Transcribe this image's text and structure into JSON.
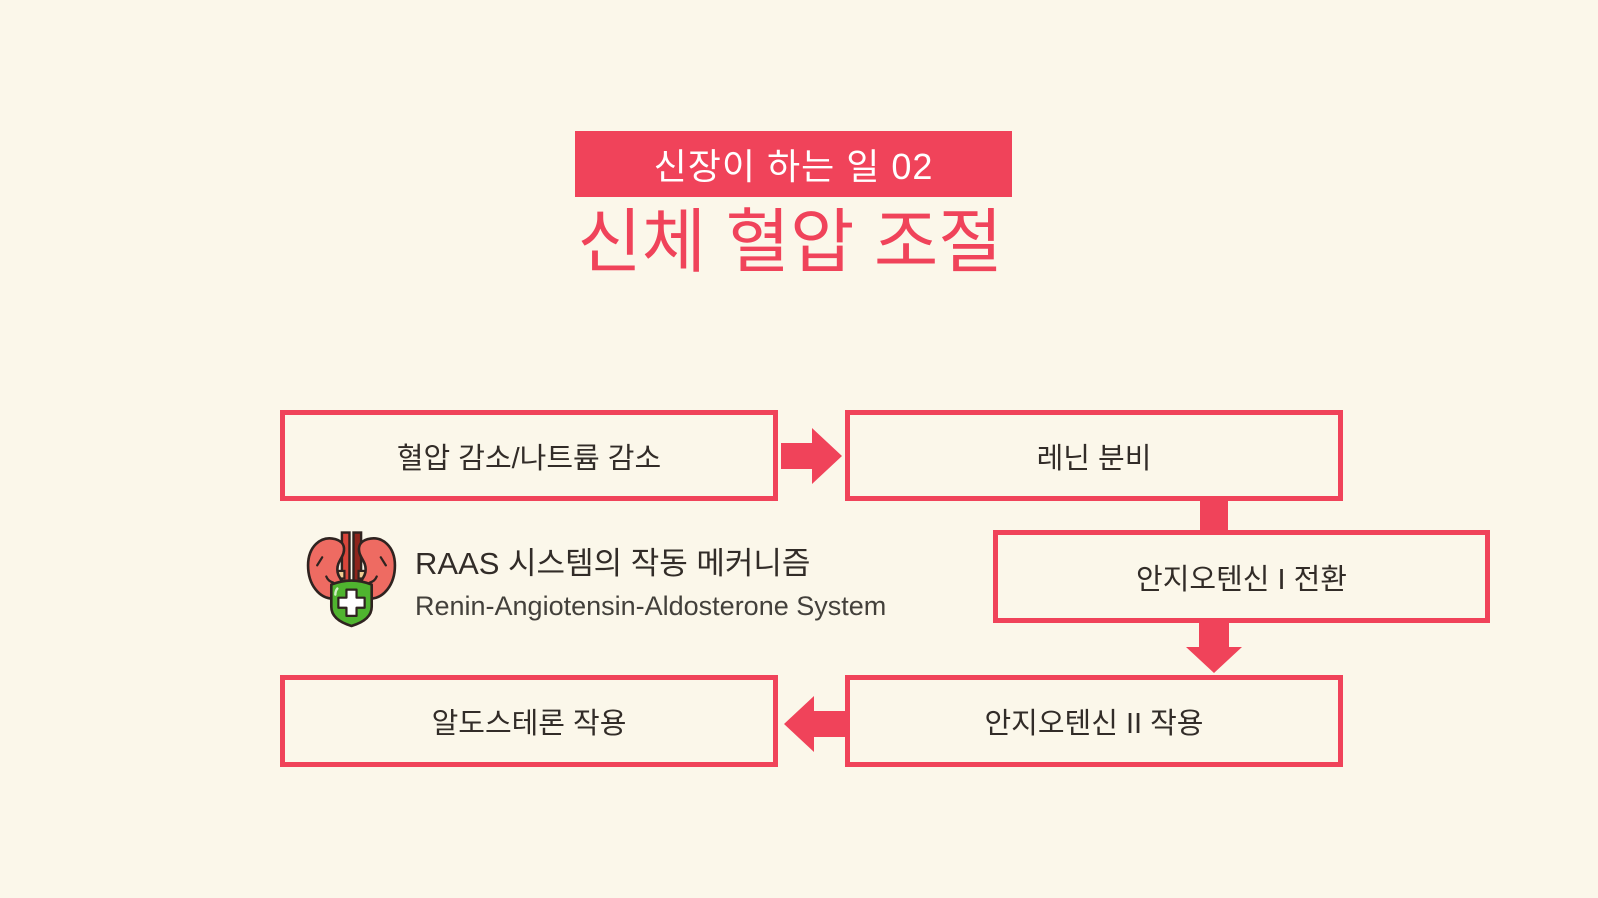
{
  "colors": {
    "background": "#FBF7EA",
    "accent": "#F0435A",
    "box_text": "#322C28",
    "subtitle_text": "#43403B",
    "badge_text": "#FFFFFF",
    "shield_green": "#4FB42F",
    "kidney_pink": "#EE6B62"
  },
  "header": {
    "badge_label": "신장이 하는 일 02",
    "title": "신체 혈압 조절"
  },
  "flow": {
    "boxes": [
      {
        "label": "혈압 감소/나트륨 감소"
      },
      {
        "label": "레닌 분비"
      },
      {
        "label": "안지오텐신 I 전환"
      },
      {
        "label": "안지오텐신 II 작용"
      },
      {
        "label": "알도스테론 작용"
      }
    ],
    "connectors": [
      "arrow-right",
      "bar-down",
      "arrow-down",
      "arrow-left"
    ]
  },
  "legend": {
    "icon": "kidney-shield-icon",
    "title": "RAAS 시스템의 작동 메커니즘",
    "subtitle": "Renin-Angiotensin-Aldosterone System"
  }
}
